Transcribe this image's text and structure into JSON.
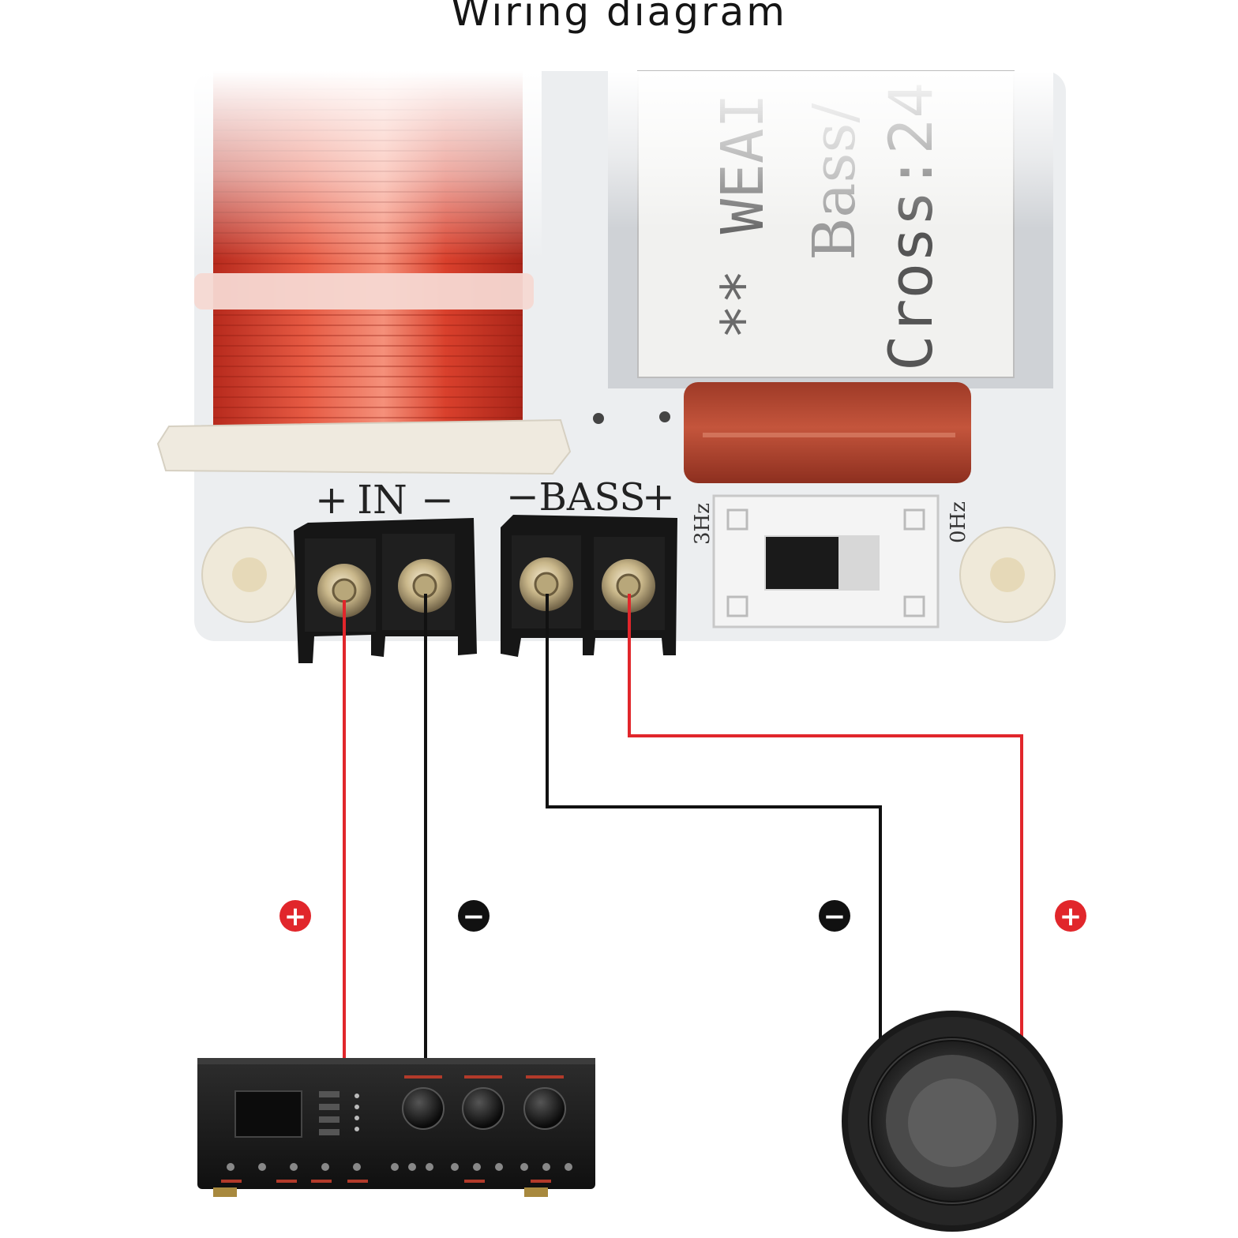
{
  "title": "Wiring diagram",
  "board": {
    "label_text": [
      "** WEAI",
      "Bass/",
      "Cross:24"
    ],
    "terminal_labels": {
      "in_plus": "+",
      "in": "IN",
      "in_minus": "−",
      "bass_minus": "−",
      "bass": "BASS",
      "bass_plus": "+"
    },
    "switch_labels": {
      "left": "3Hz",
      "right": "0Hz"
    }
  },
  "wire_markers": [
    "+",
    "−",
    "−",
    "+"
  ],
  "colors": {
    "positive_wire": "#e1262b",
    "negative_wire": "#111111",
    "coil_copper": "#d9402c",
    "capacitor": "#b4432e",
    "terminal_block": "#1a1a1a"
  },
  "icons": {
    "amplifier": "amplifier-illustration",
    "speaker": "speaker-illustration"
  }
}
